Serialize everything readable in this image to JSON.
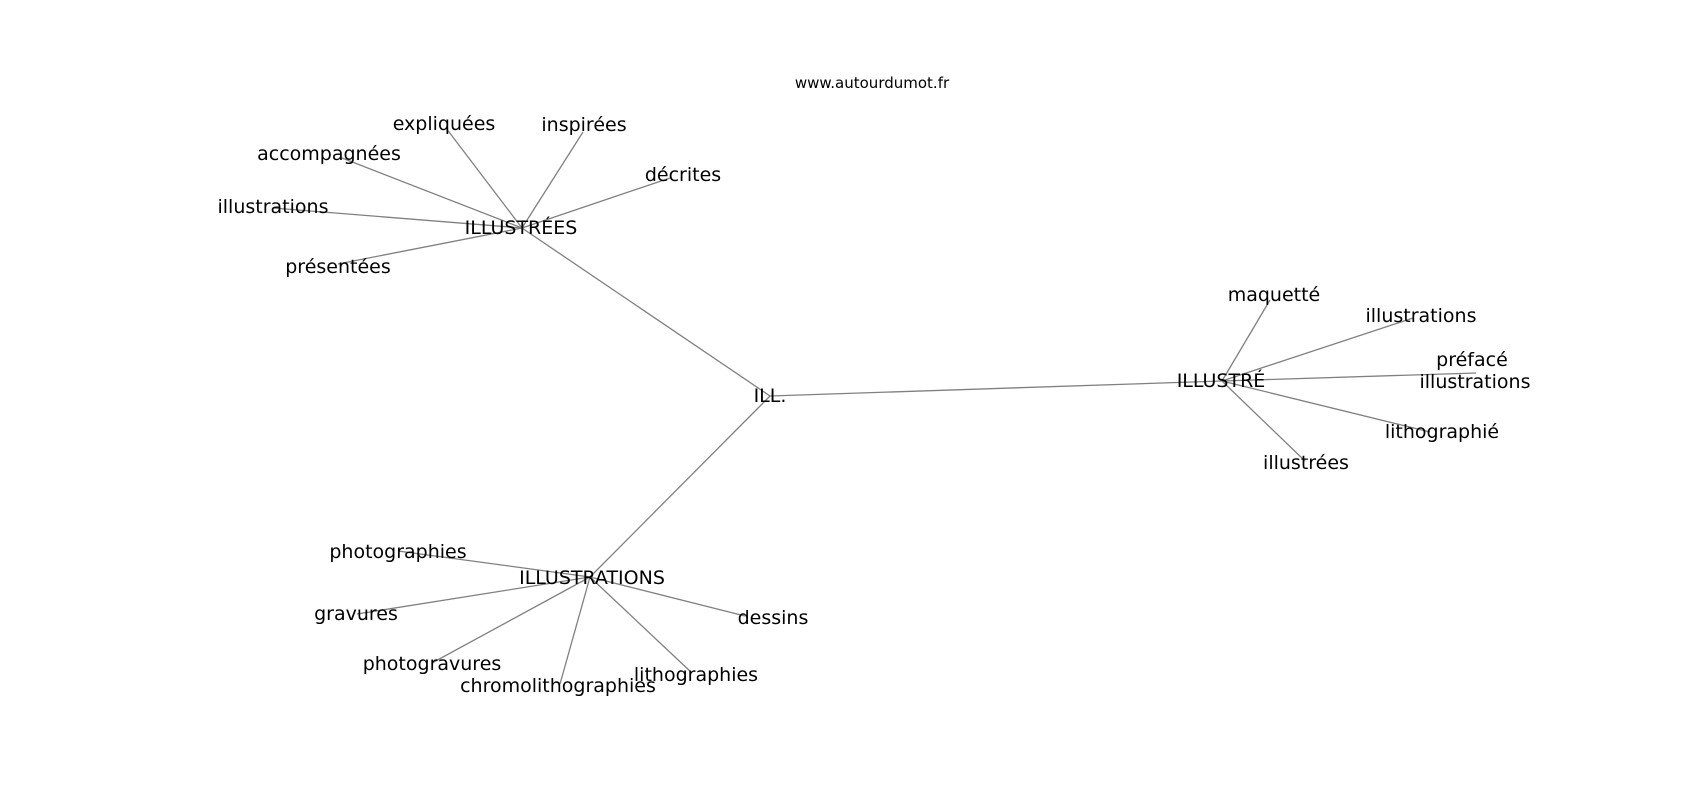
{
  "site": "www.autourdumot.fr",
  "root": "ILL.",
  "branches": [
    {
      "id": "illustrees",
      "label": "ILLUSTRÉES",
      "leaves": [
        "expliquées",
        "inspirées",
        "accompagnées",
        "décrites",
        "illustrations",
        "présentées"
      ]
    },
    {
      "id": "illustre",
      "label": "ILLUSTRÉ",
      "leaves": [
        "maquetté",
        "illustrations",
        "préfacé illustrations",
        "lithographié",
        "illustrées"
      ]
    },
    {
      "id": "illustrations",
      "label": "ILLUSTRATIONS",
      "leaves": [
        "photographies",
        "gravures",
        "dessins",
        "photogravures",
        "chromolithographies",
        "lithographies"
      ]
    }
  ]
}
